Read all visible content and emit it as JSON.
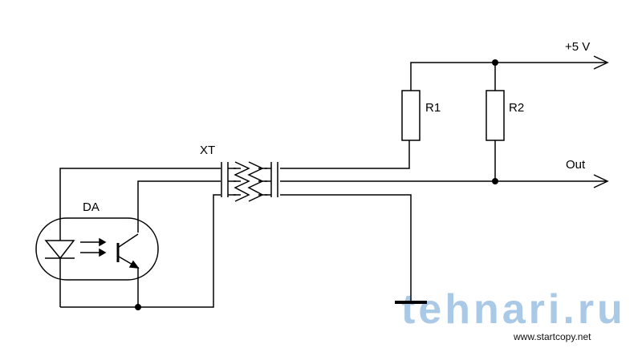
{
  "labels": {
    "connector": "XT",
    "optocoupler": "DA",
    "r1": "R1",
    "r2": "R2",
    "supply": "+5 V",
    "output": "Out"
  },
  "watermark": {
    "logo": "tehnari.ru",
    "url": "www.startcopy.net"
  }
}
